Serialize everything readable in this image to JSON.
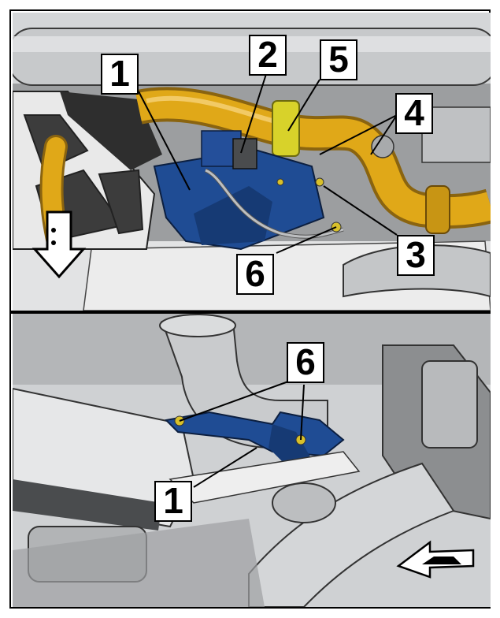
{
  "callouts_top": [
    "1",
    "2",
    "5",
    "4",
    "3",
    "6"
  ],
  "callouts_bottom": [
    "6",
    "1"
  ],
  "colors": {
    "hose": "#e0a818",
    "bracket": "#1f4c94",
    "clamp": "#d8d22a",
    "engine": "#cfd1d3",
    "dark": "#5a5c5e"
  },
  "icons": [
    "direction-down-arrow-icon",
    "vehicle-direction-icon"
  ]
}
